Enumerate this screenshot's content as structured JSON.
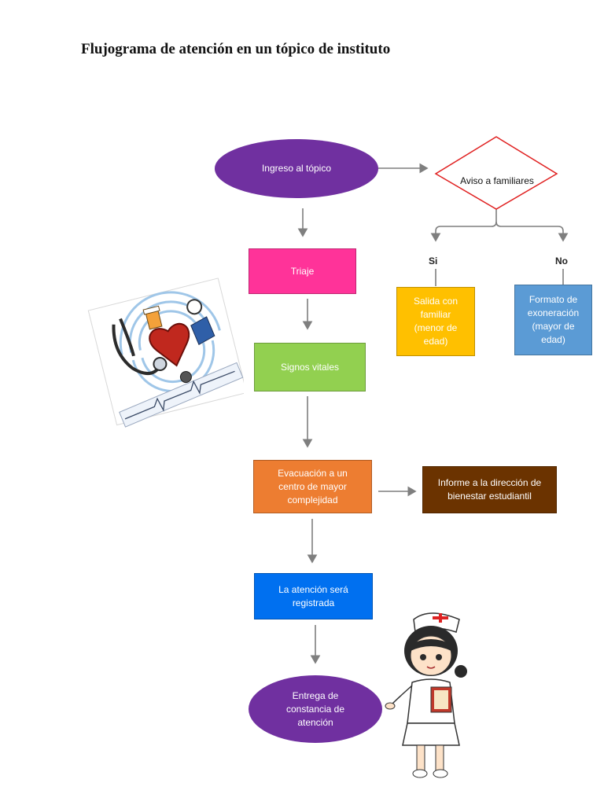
{
  "title": "Flujograma de atención en un tópico de instituto",
  "nodes": {
    "ingreso": "Ingreso al tópico",
    "aviso": "Aviso a familiares",
    "triaje": "Triaje",
    "si_label": "Si",
    "no_label": "No",
    "salida": "Salida con familiar (menor de edad)",
    "formato": "Formato de exoneración (mayor de edad)",
    "signos": "Signos vitales",
    "evacuacion": "Evacuación a un centro de mayor complejidad",
    "informe": "Informe a la dirección de bienestar estudiantil",
    "registro": "La atención será registrada",
    "entrega": "Entrega de constancia de atención"
  },
  "colors": {
    "purple": "#7030a0",
    "pink": "#ff3399",
    "green": "#92d050",
    "orange": "#ed7d31",
    "brown": "#6b3300",
    "blue": "#0070f0",
    "yellow": "#ffc000",
    "steel_blue": "#5b9bd5",
    "diamond_border": "#e02020",
    "arrow": "#7f7f7f"
  },
  "illustrations": {
    "medical": "medical-equipment-illustration",
    "nurse": "nurse-illustration"
  }
}
